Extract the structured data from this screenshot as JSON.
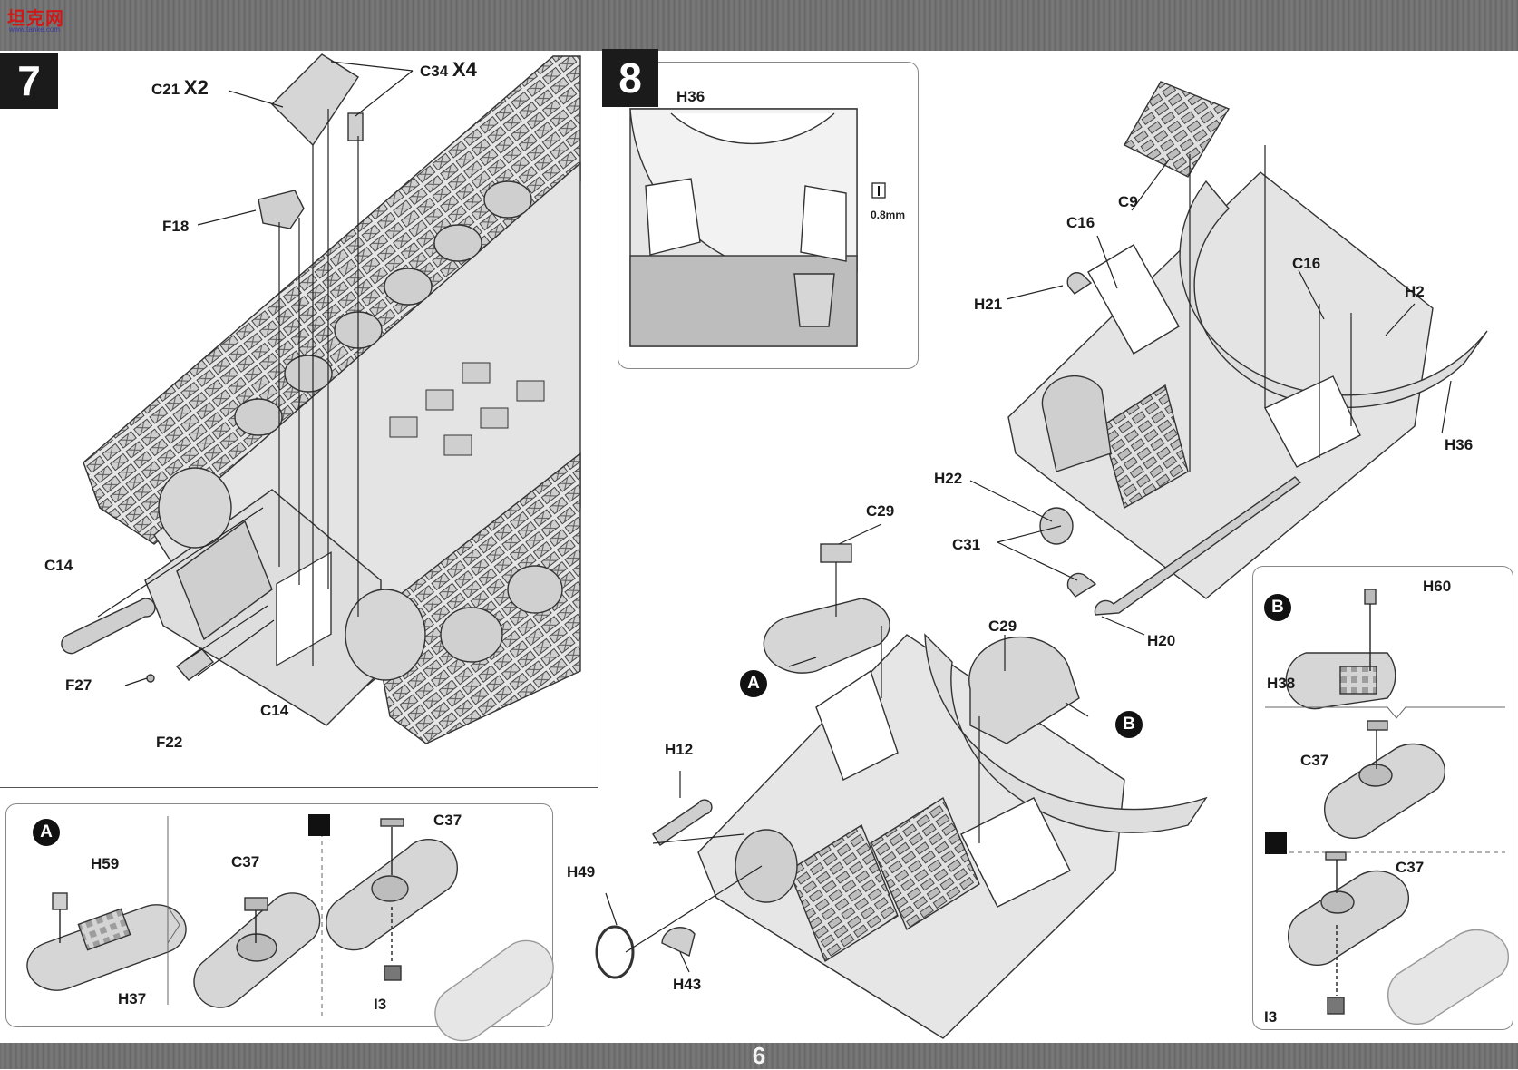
{
  "page": {
    "number": "6",
    "watermark": "坦克网",
    "watermark_sub": "www.tanke.com"
  },
  "steps": {
    "step7": "7",
    "step8": "8"
  },
  "step7_labels": {
    "c21": "C21",
    "c21_qty": "X2",
    "c34": "C34",
    "c34_qty": "X4",
    "f18": "F18",
    "c14_left": "C14",
    "c14_bottom": "C14",
    "f27": "F27",
    "f22": "F22"
  },
  "step8_inset": {
    "h36": "H36",
    "drill": "0.8mm"
  },
  "step8_labels": {
    "c9": "C9",
    "c16_left": "C16",
    "c16_right": "C16",
    "h2": "H2",
    "h21": "H21",
    "h36": "H36",
    "h22": "H22",
    "c31": "C31",
    "h20": "H20",
    "c29_upper": "C29",
    "c29_lower": "C29",
    "h12": "H12",
    "h49": "H49",
    "h43": "H43"
  },
  "callouts": {
    "a": "A",
    "b": "B"
  },
  "subassembly_a": {
    "letter": "A",
    "h59": "H59",
    "h37": "H37",
    "c37_mid": "C37",
    "c37_alt": "C37",
    "i3": "I3"
  },
  "subassembly_b": {
    "letter": "B",
    "h60": "H60",
    "h38": "H38",
    "c37_top": "C37",
    "c37_alt": "C37",
    "i3": "I3"
  },
  "colors": {
    "part_fill": "#d9d9d9",
    "part_stroke": "#3a3a3a",
    "dark_fill": "#9a9a9a",
    "band": "#6d6d6d"
  }
}
